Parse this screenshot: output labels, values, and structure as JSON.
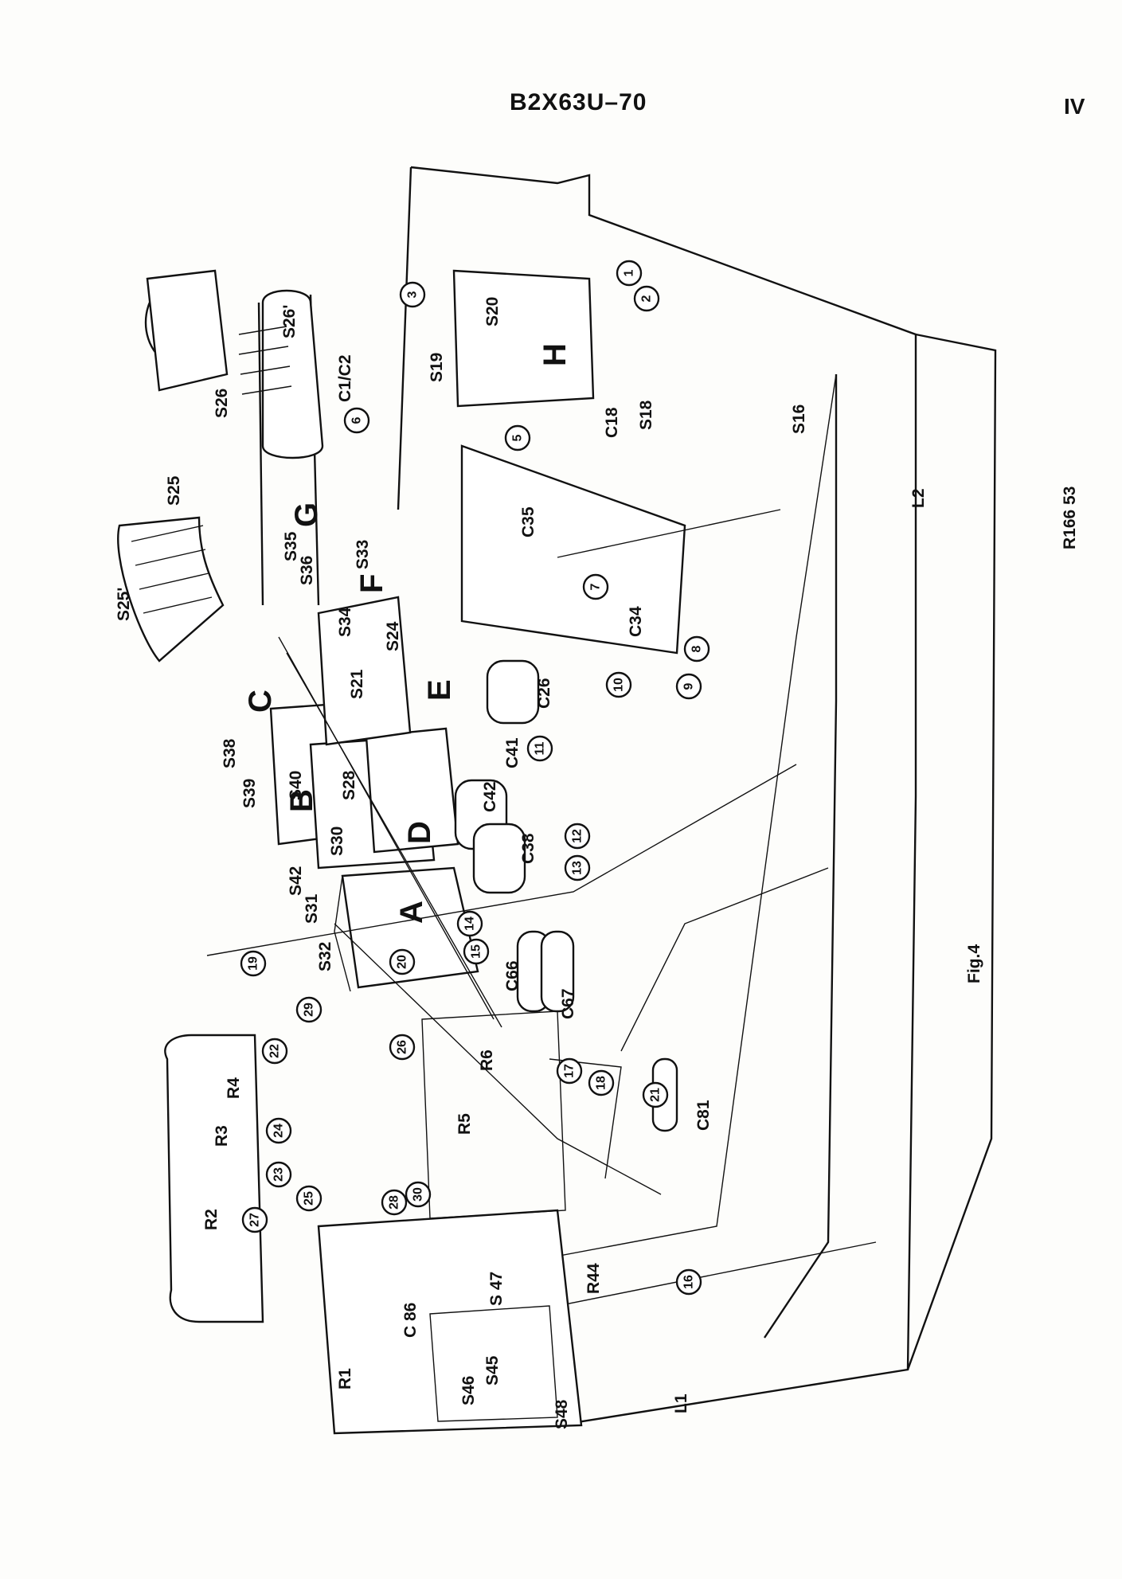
{
  "header": {
    "title": "B2X63U–70",
    "page_number": "IV"
  },
  "figure": {
    "caption": "Fig.4",
    "drawing_number": "R166 53",
    "blocks": [
      "A",
      "B",
      "C",
      "D",
      "E",
      "F",
      "G",
      "H"
    ],
    "parts": {
      "S26p": "S26'",
      "S26": "S26",
      "C1C2": "C1/C2",
      "S25": "S25",
      "S25p": "S25'",
      "S35": "S35",
      "S36": "S36",
      "S33": "S33",
      "S34": "S34",
      "S24": "S24",
      "S21": "S21",
      "S38": "S38",
      "S39": "S39",
      "S40": "S40",
      "S28": "S28",
      "S30": "S30",
      "S42": "S42",
      "S31": "S31",
      "S32": "S32",
      "S19": "S19",
      "S20": "S20",
      "S18": "S18",
      "S16": "S16",
      "C18": "C18",
      "C35": "C35",
      "C34": "C34",
      "C26": "C26",
      "C41": "C41",
      "C42": "C42",
      "C38": "C38",
      "C66": "C66",
      "C67": "C67",
      "C81": "C81",
      "C86": "C\n86",
      "R2": "R2",
      "R3": "R3",
      "R4": "R4",
      "R5": "R5",
      "R6": "R6",
      "R1": "R1",
      "R44": "R44",
      "S46": "S46",
      "S45": "S45",
      "S47": "S\n47",
      "S48": "S48",
      "L1": "L1",
      "L2": "L2"
    },
    "callouts": [
      "1",
      "2",
      "3",
      "5",
      "6",
      "7",
      "8",
      "9",
      "10",
      "11",
      "12",
      "13",
      "14",
      "15",
      "16",
      "17",
      "18",
      "19",
      "20",
      "21",
      "22",
      "23",
      "24",
      "25",
      "26",
      "27",
      "28",
      "29",
      "30"
    ]
  }
}
